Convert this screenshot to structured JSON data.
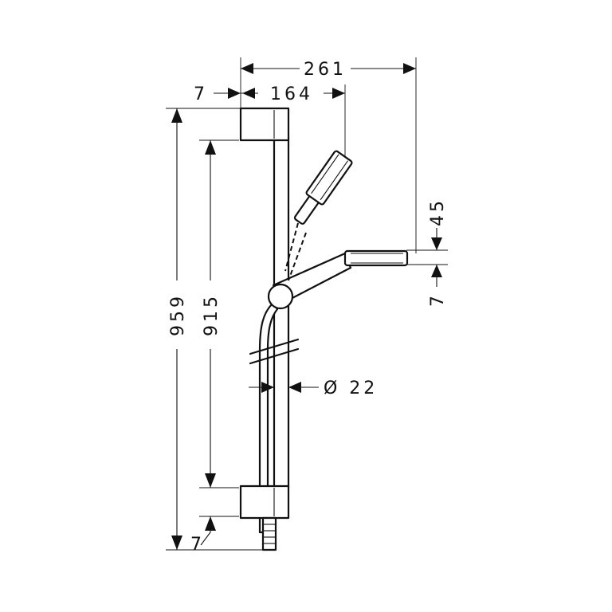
{
  "dimensions": {
    "overall_width": "261",
    "wall_offset": "7",
    "handshower_reach": "164",
    "overall_height": "959",
    "rail_height": "915",
    "handshower_drop": "45",
    "handshower_gap": "7",
    "rail_diameter": "Ø 22",
    "bottom_offset": "7"
  }
}
